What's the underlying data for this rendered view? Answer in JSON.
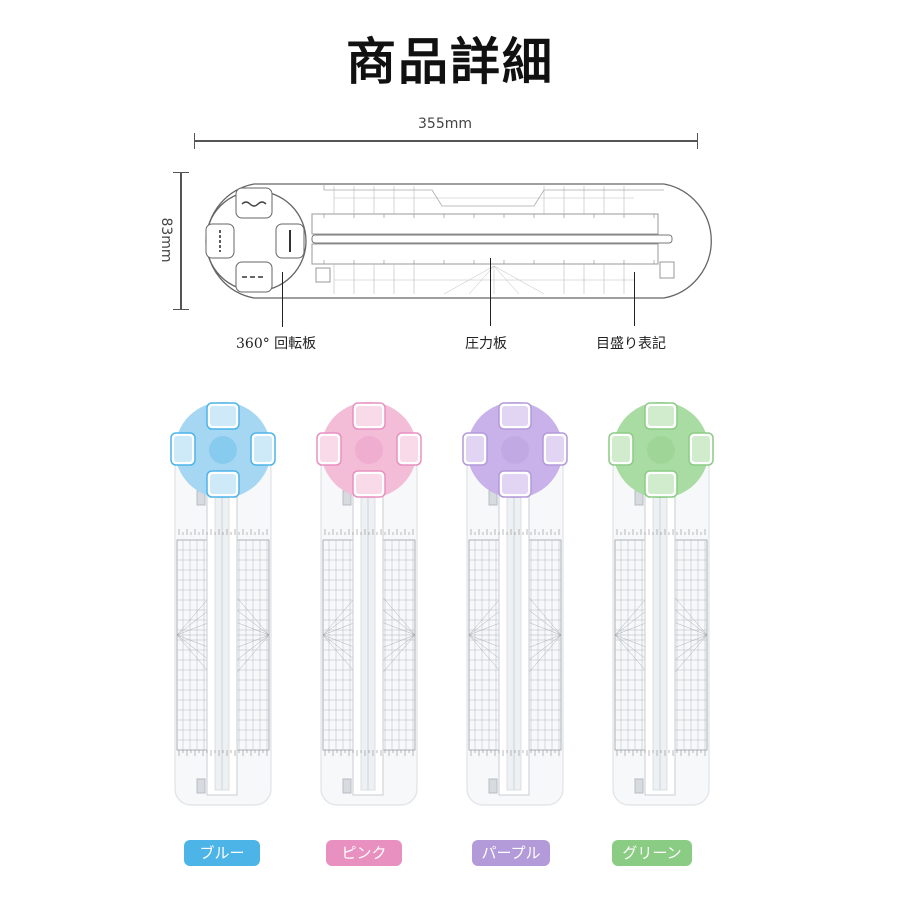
{
  "title": "商品詳細",
  "dimensions": {
    "width_label": "355mm",
    "height_label": "83mm"
  },
  "callouts": {
    "rotating_plate": "360° 回転板",
    "pressure_plate": "圧力板",
    "scale_marking": "目盛り表記"
  },
  "colors": [
    {
      "label": "ブルー",
      "hex": "#4db4e8",
      "head": "#a6d7f2"
    },
    {
      "label": "ピンク",
      "hex": "#e891c0",
      "head": "#f3bcd7"
    },
    {
      "label": "パープル",
      "hex": "#b39ad9",
      "head": "#c9b2ea"
    },
    {
      "label": "グリーン",
      "hex": "#8bcc84",
      "head": "#a9dca2"
    }
  ],
  "icons": [
    "wave-blade-icon",
    "straight-blade-icon",
    "dashed-blade-icon",
    "perforation-blade-icon"
  ]
}
